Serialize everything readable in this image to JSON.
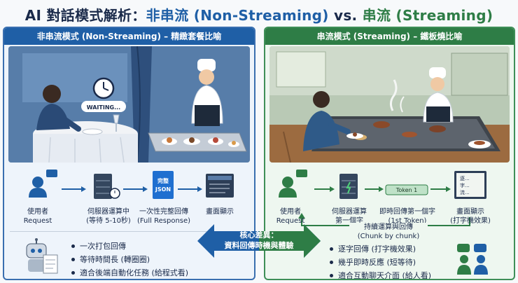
{
  "title": {
    "prefix": "AI 對話模式解析：",
    "non_streaming": "非串流 (Non-Streaming)",
    "vs": " vs. ",
    "streaming": "串流 (Streaming)"
  },
  "left_panel": {
    "header": "非串流模式 (Non-Streaming) – 精緻套餐比喻",
    "waiting_text": "WAITING...",
    "doc_text": "完整\nJSON",
    "steps": [
      {
        "line1": "使用者",
        "line2": "Request"
      },
      {
        "line1": "伺服器運算中",
        "line2": "(等待 5-10秒)"
      },
      {
        "line1": "一次性完整回傳",
        "line2": "(Full Response)"
      },
      {
        "line1": "畫面顯示",
        "line2": ""
      }
    ],
    "bullets": [
      "一次打包回傳",
      "等待時間長 (轉圈圈)",
      "適合後端自動化任務 (給程式看)"
    ]
  },
  "right_panel": {
    "header": "串流模式 (Streaming) – 鐵板燒比喻",
    "token_text": "Token 1",
    "screen_lines": [
      "逐...",
      "字...",
      "流..."
    ],
    "steps": [
      {
        "line1": "使用者",
        "line2": "Request"
      },
      {
        "line1": "伺服器運算",
        "line2": "第一個字"
      },
      {
        "line1": "即時回傳第一個字",
        "line2": "(1st Token)"
      },
      {
        "line1": "畫面顯示",
        "line2": "(打字機效果)"
      }
    ],
    "loop_label": {
      "line1": "持續運算與回傳",
      "line2": "(Chunk by chunk)"
    },
    "bullets": [
      "逐字回傳 (打字機效果)",
      "幾乎即時反應 (短等待)",
      "適合互動聊天介面 (給人看)"
    ]
  },
  "center": {
    "line1": "核心差異：",
    "line2": "資料回傳時機與體驗"
  },
  "colors": {
    "blue": "#1f5fa6",
    "green": "#2e7d46",
    "teal": "#5a8fa8"
  }
}
